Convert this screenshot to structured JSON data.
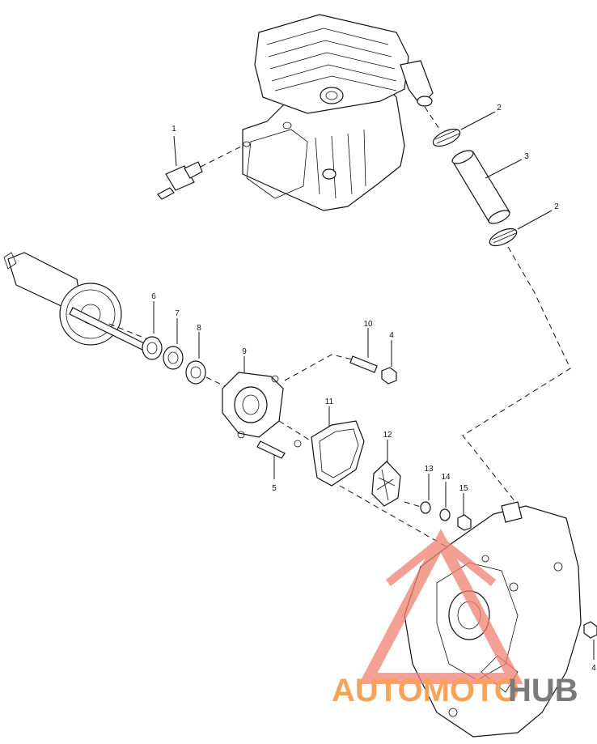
{
  "callouts": [
    {
      "id": "p1",
      "label": "1"
    },
    {
      "id": "p2a",
      "label": "2"
    },
    {
      "id": "p3",
      "label": "3"
    },
    {
      "id": "p2b",
      "label": "2"
    },
    {
      "id": "p6",
      "label": "6"
    },
    {
      "id": "p7",
      "label": "7"
    },
    {
      "id": "p8",
      "label": "8"
    },
    {
      "id": "p10",
      "label": "10"
    },
    {
      "id": "p4a",
      "label": "4"
    },
    {
      "id": "p9",
      "label": "9"
    },
    {
      "id": "p11",
      "label": "11"
    },
    {
      "id": "p12",
      "label": "12"
    },
    {
      "id": "p13",
      "label": "13"
    },
    {
      "id": "p14",
      "label": "14"
    },
    {
      "id": "p15",
      "label": "15"
    },
    {
      "id": "p5",
      "label": "5"
    },
    {
      "id": "p4b",
      "label": "4"
    }
  ],
  "watermark": {
    "word_a": "AUTOMOTO",
    "word_b": "HUB",
    "color_a": "#f5a35a",
    "color_b": "#7a7a7a",
    "triangle_color": "#f08070"
  }
}
